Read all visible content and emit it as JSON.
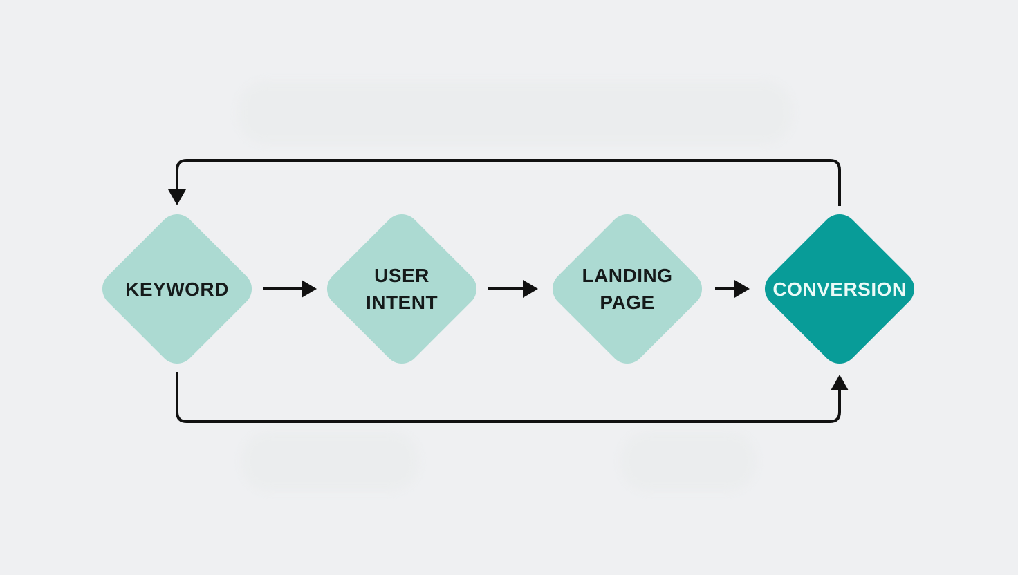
{
  "diagram": {
    "nodes": [
      {
        "id": "keyword",
        "lines": [
          "KEYWORD"
        ],
        "style": "light"
      },
      {
        "id": "user-intent",
        "lines": [
          "USER",
          "INTENT"
        ],
        "style": "light"
      },
      {
        "id": "landing-page",
        "lines": [
          "LANDING",
          "PAGE"
        ],
        "style": "light"
      },
      {
        "id": "conversion",
        "lines": [
          "CONVERSION"
        ],
        "style": "dark"
      }
    ],
    "edges": [
      {
        "from": "keyword",
        "to": "user-intent"
      },
      {
        "from": "user-intent",
        "to": "landing-page"
      },
      {
        "from": "landing-page",
        "to": "conversion"
      },
      {
        "from": "conversion",
        "to": "keyword",
        "route": "top-loop"
      },
      {
        "from": "keyword",
        "to": "conversion",
        "route": "bottom-loop"
      }
    ]
  },
  "colors": {
    "background": "#eff0f2",
    "node_light": "#acdad2",
    "node_dark": "#089c98",
    "text_dark": "#151a1a",
    "text_light": "#eafaf7",
    "arrow": "#111111"
  }
}
